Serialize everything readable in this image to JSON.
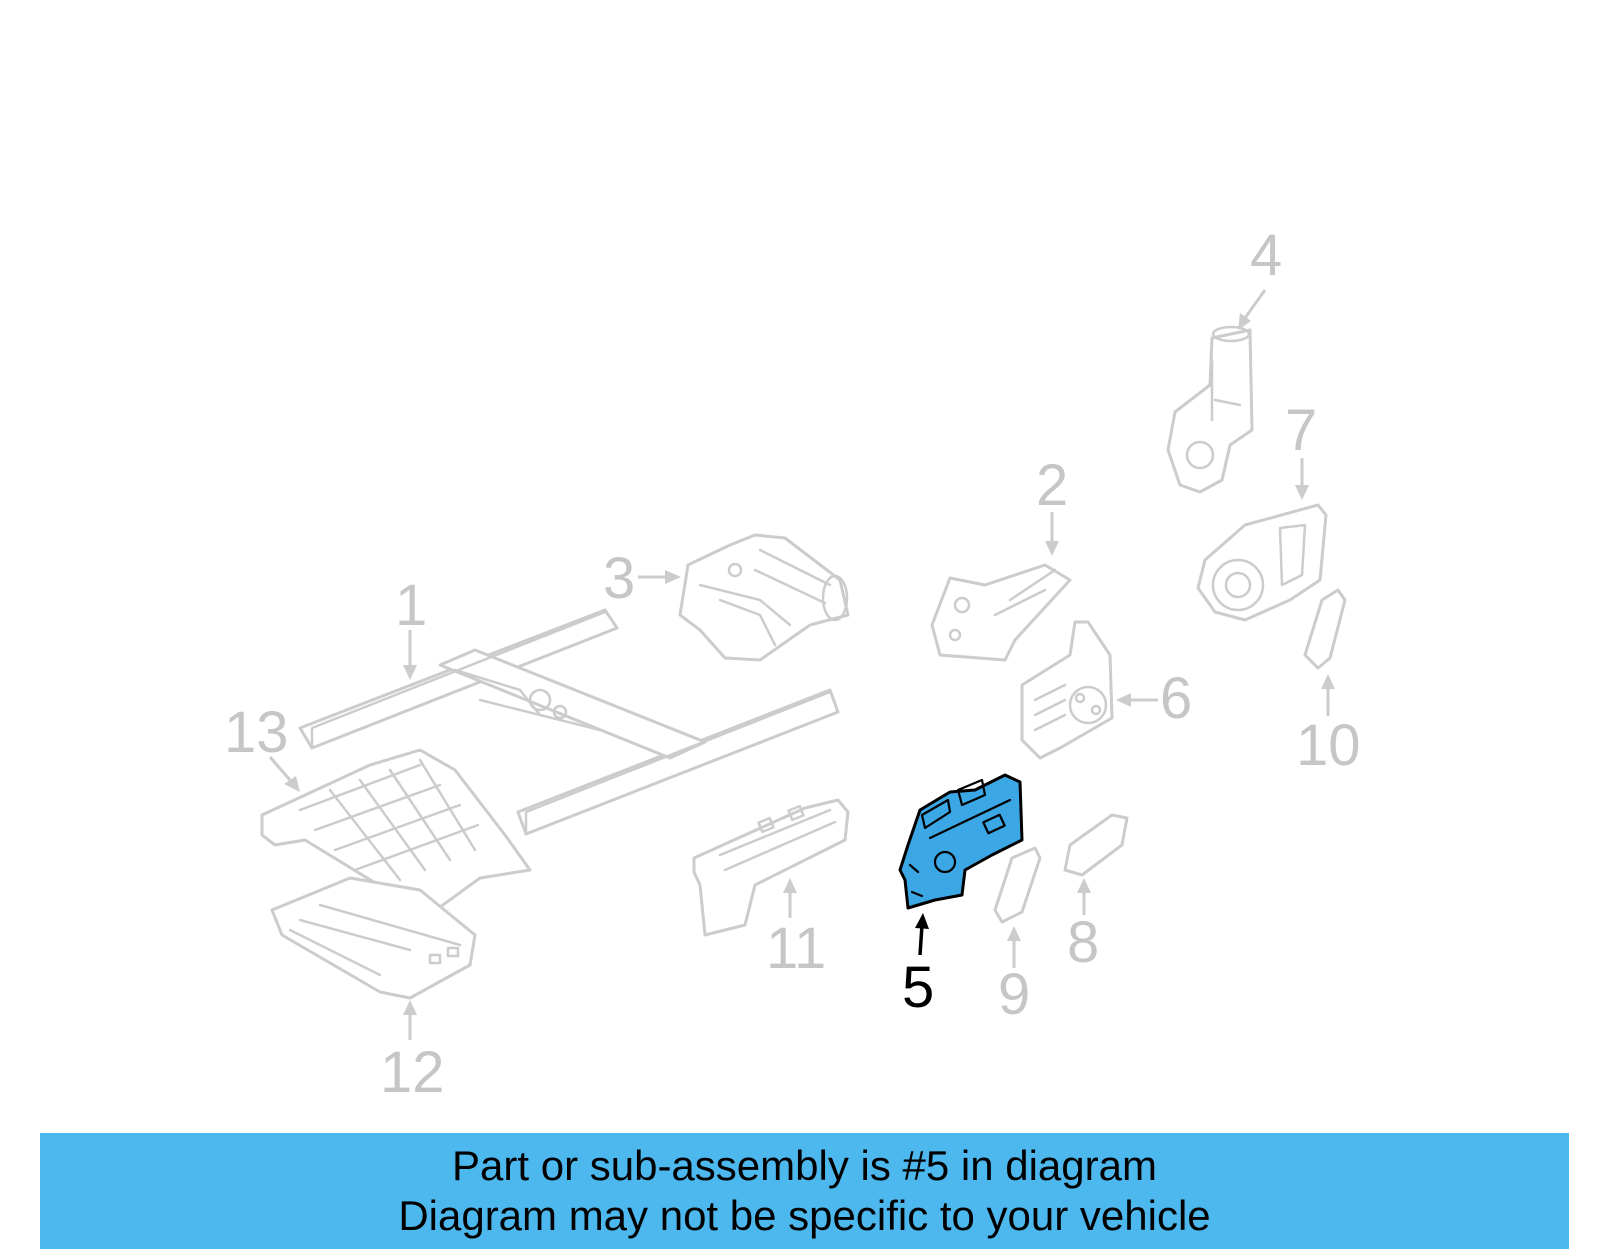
{
  "callouts": [
    "1",
    "2",
    "3",
    "4",
    "5",
    "6",
    "7",
    "8",
    "9",
    "10",
    "11",
    "12",
    "13"
  ],
  "highlighted_part": "5",
  "colors": {
    "highlight_fill": "#3ba7e5",
    "banner": "#4cb8ee",
    "faded_line": "#cccccc",
    "text_faded": "#c6c6c6"
  },
  "banner": {
    "line1": "Part or sub-assembly is #5 in diagram",
    "line2": "Diagram may not be specific to your vehicle"
  }
}
